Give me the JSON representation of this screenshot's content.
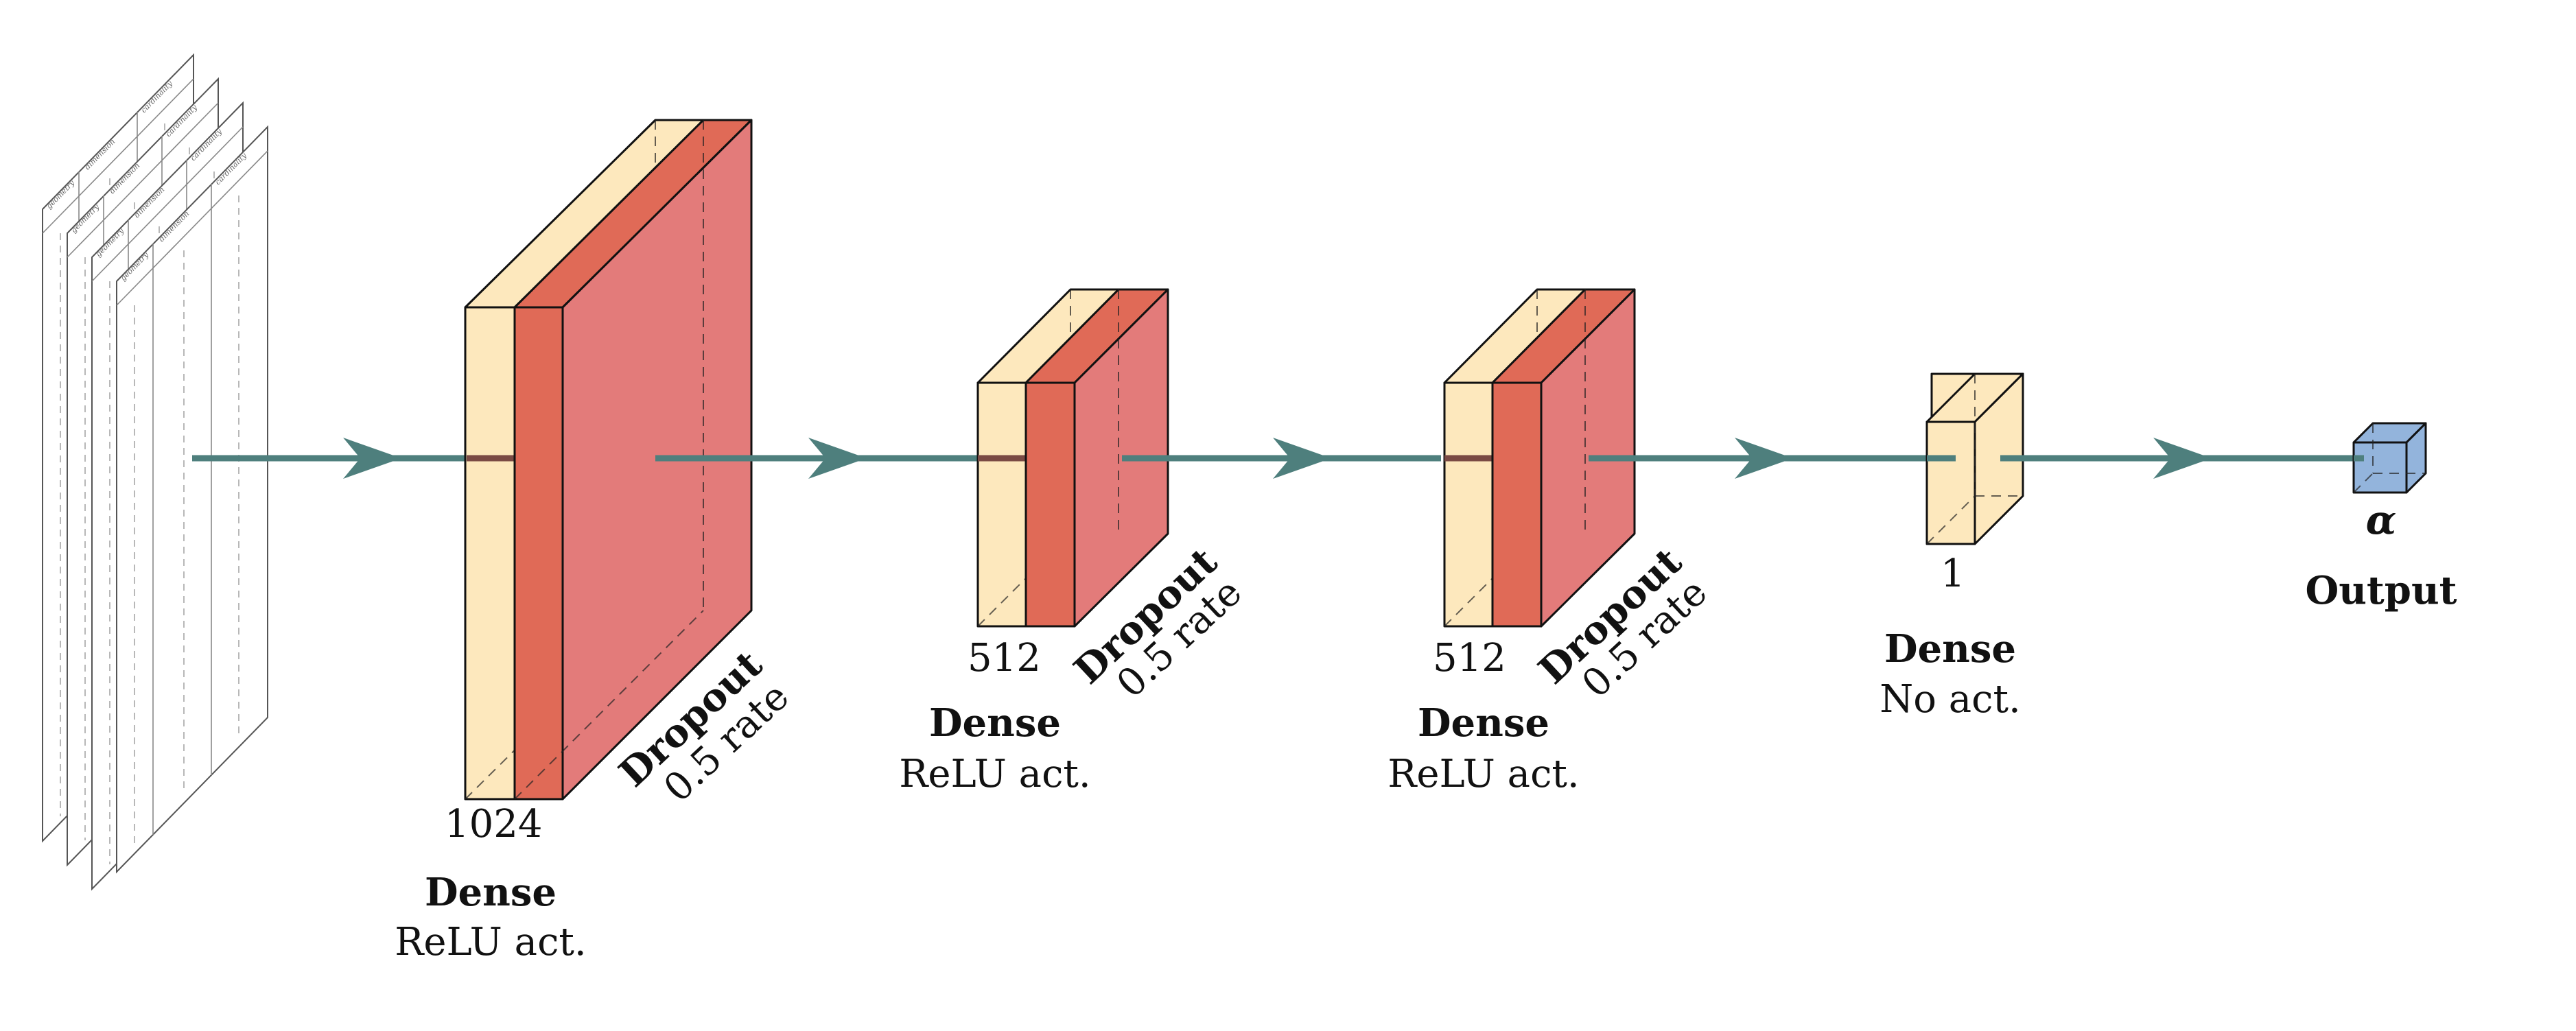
{
  "input": {
    "sheet_headers": [
      "geometry",
      "dimension",
      "cardinality"
    ]
  },
  "layers": [
    {
      "kind": "dense",
      "size_label": "1024",
      "name": "Dense",
      "activation": "ReLU act.",
      "dropout": {
        "name": "Dropout",
        "rate": "0.5 rate"
      }
    },
    {
      "kind": "dense",
      "size_label": "512",
      "name": "Dense",
      "activation": "ReLU act.",
      "dropout": {
        "name": "Dropout",
        "rate": "0.5 rate"
      }
    },
    {
      "kind": "dense",
      "size_label": "512",
      "name": "Dense",
      "activation": "ReLU act.",
      "dropout": {
        "name": "Dropout",
        "rate": "0.5 rate"
      }
    },
    {
      "kind": "dense",
      "size_label": "1",
      "name": "Dense",
      "activation": "No act.",
      "dropout": null
    }
  ],
  "output": {
    "symbol": "α",
    "label": "Output"
  },
  "colors": {
    "dense": "#fde8bd",
    "dropout": "#e06a57",
    "dropout_side": "#e37b7a",
    "output": "#93b4dc",
    "connection": "#4e7f7d"
  }
}
